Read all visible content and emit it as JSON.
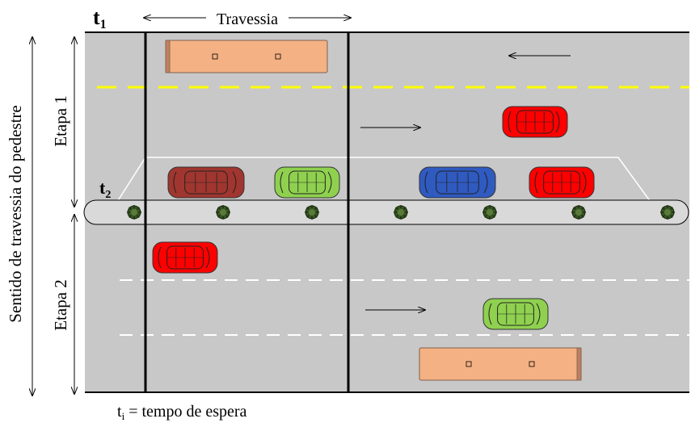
{
  "labels": {
    "t1_base": "t",
    "t1_sub": "1",
    "t2_base": "t",
    "t2_sub": "2",
    "crossing": "Travessia",
    "direction_vertical": "Sentido de travessia do pedestre",
    "stage1": "Etapa 1",
    "stage2": "Etapa 2",
    "footnote_base": "t",
    "footnote_sub": "i",
    "footnote_rest": " = tempo de espera"
  },
  "colors": {
    "road": "#c8c8c8",
    "median": "#d9d9d9",
    "yellow_line": "#ffff00",
    "white_line": "#ffffff",
    "bus": "#f4b183",
    "car_red": "#ff0000",
    "car_darkred": "#a0362f",
    "car_green": "#8fd14f",
    "car_blue": "#2f5ac0",
    "tree": "#375623"
  },
  "vehicles": [
    {
      "type": "bus",
      "color": "bus",
      "direction": "left"
    },
    {
      "type": "car",
      "color": "car_red",
      "direction": "right"
    },
    {
      "type": "car",
      "color": "car_darkred",
      "direction": "right"
    },
    {
      "type": "car",
      "color": "car_green",
      "direction": "right"
    },
    {
      "type": "car",
      "color": "car_blue",
      "direction": "right"
    },
    {
      "type": "car",
      "color": "car_red",
      "direction": "right"
    },
    {
      "type": "car",
      "color": "car_red",
      "direction": "right"
    },
    {
      "type": "car",
      "color": "car_green",
      "direction": "right"
    },
    {
      "type": "bus",
      "color": "bus",
      "direction": "right"
    }
  ],
  "flow_arrows": [
    "left",
    "right",
    "right"
  ],
  "trees": 7
}
